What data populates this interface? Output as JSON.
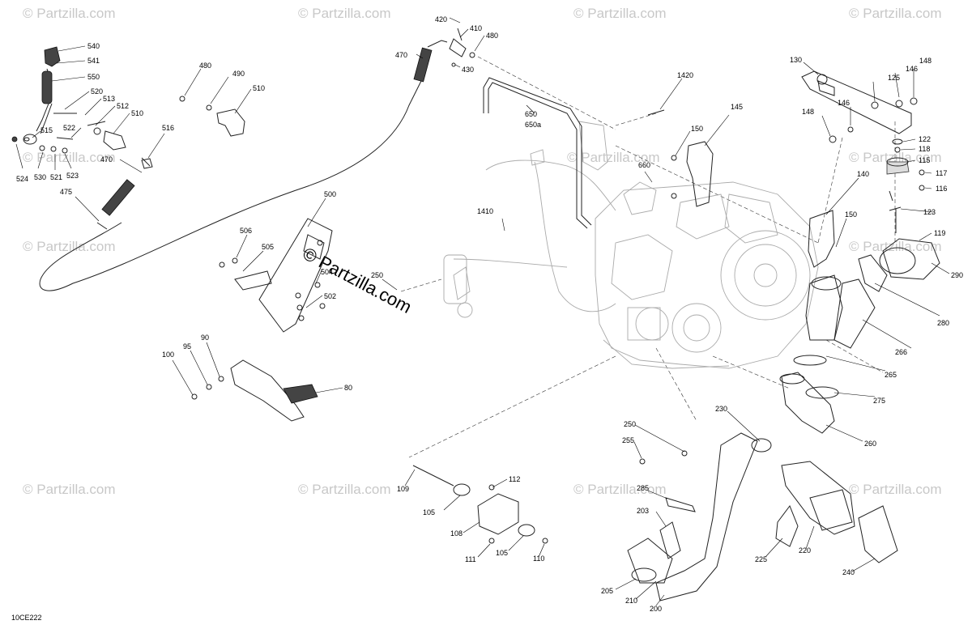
{
  "watermark": {
    "text": "© Partzilla.com",
    "center_text": "© Partzilla.com"
  },
  "drawing_code": "10CE222",
  "callouts": [
    "540",
    "541",
    "550",
    "520",
    "513",
    "512",
    "510",
    "522",
    "515",
    "524",
    "530",
    "521",
    "523",
    "516",
    "470",
    "475",
    "480",
    "490",
    "510",
    "420",
    "410",
    "480",
    "470",
    "430",
    "1420",
    "650",
    "650a",
    "145",
    "150",
    "660",
    "130",
    "125",
    "146",
    "148",
    "146",
    "148",
    "122",
    "118",
    "115",
    "117",
    "116",
    "140",
    "123",
    "150",
    "119",
    "290",
    "280",
    "266",
    "265",
    "275",
    "260",
    "500",
    "506",
    "505",
    "504",
    "502",
    "250",
    "1410",
    "100",
    "95",
    "90",
    "80",
    "109",
    "112",
    "105",
    "108",
    "105",
    "111",
    "110",
    "250",
    "255",
    "230",
    "285",
    "203",
    "205",
    "210",
    "200",
    "225",
    "220",
    "240"
  ]
}
